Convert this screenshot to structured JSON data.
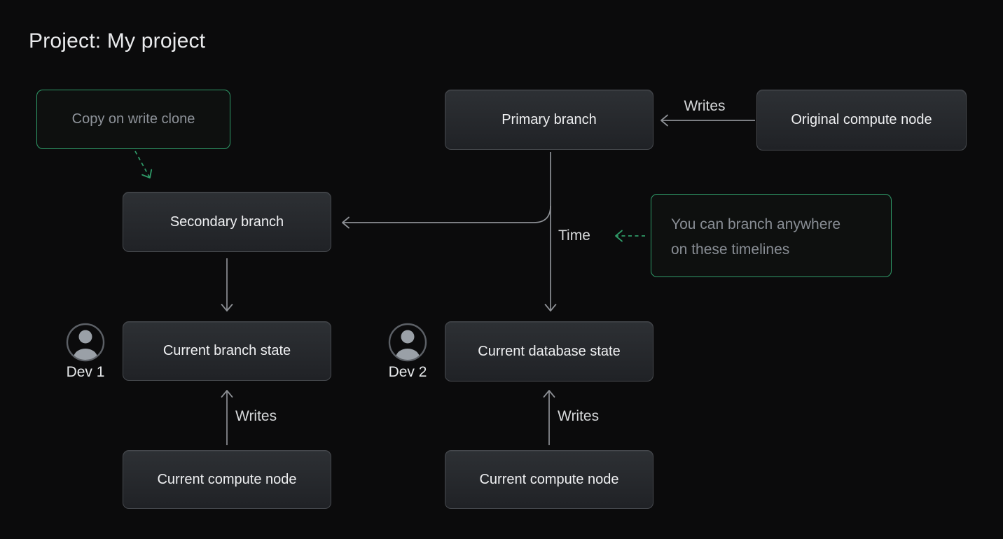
{
  "title": "Project: My project",
  "colors": {
    "background": "#0b0b0c",
    "accent_green": "#2f9a68",
    "line_gray": "#8c8f94",
    "node_text": "#eff0f2",
    "muted_text": "#8e939a"
  },
  "nodes": {
    "copy_on_write_clone": {
      "label": "Copy on write clone"
    },
    "primary_branch": {
      "label": "Primary branch"
    },
    "original_compute_node": {
      "label": "Original compute node"
    },
    "secondary_branch": {
      "label": "Secondary branch"
    },
    "branch_note": {
      "line1": "You can branch anywhere",
      "line2": "on these timelines"
    },
    "current_branch_state": {
      "label": "Current branch state"
    },
    "current_database_state": {
      "label": "Current database state"
    },
    "current_compute_node_left": {
      "label": "Current compute node"
    },
    "current_compute_node_right": {
      "label": "Current compute node"
    }
  },
  "edge_labels": {
    "writes_top": "Writes",
    "time": "Time",
    "writes_bottom_left": "Writes",
    "writes_bottom_right": "Writes"
  },
  "developers": [
    {
      "label": "Dev 1",
      "icon": "person-icon"
    },
    {
      "label": "Dev 2",
      "icon": "person-icon"
    }
  ]
}
